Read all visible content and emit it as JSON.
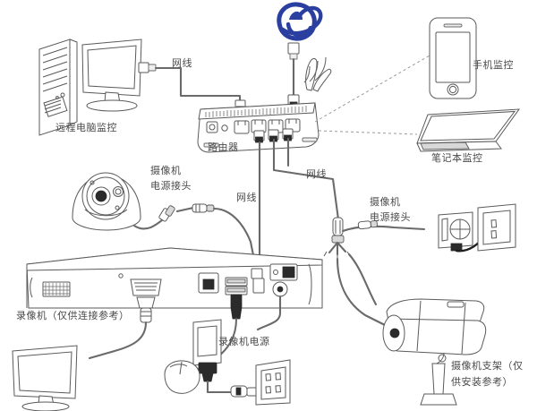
{
  "diagram": {
    "title": "网络监控系统连接示意图",
    "language": "zh-CN",
    "accent_color": "#2b3fa0",
    "line_color": "#5a5a5a",
    "text_color": "#4a4a4a",
    "background": "#ffffff"
  },
  "labels": {
    "remote_pc": "远程电脑监控",
    "network_cable_1": "网线",
    "network_cable_2": "网线",
    "network_cable_3": "网线",
    "router": "路由器",
    "phone_monitor": "手机监控",
    "laptop_monitor": "笔记本监控",
    "camera_power_left_line1": "摄像机",
    "camera_power_left_line2": "电源接头",
    "camera_power_right_line1": "摄像机",
    "camera_power_right_line2": "电源接头",
    "dvr": "录像机（仅供连接参考）",
    "dvr_power": "录像机电源",
    "camera_bracket_line1": "摄像机支架（仅",
    "camera_bracket_line2": "供安装参考）"
  },
  "devices": [
    {
      "id": "pc-tower",
      "name": "电脑主机",
      "type": "desktop-tower"
    },
    {
      "id": "monitor-top",
      "name": "显示器",
      "type": "lcd-monitor"
    },
    {
      "id": "ie-logo",
      "name": "Internet Explorer",
      "type": "browser-icon",
      "color": "#2b3fa0"
    },
    {
      "id": "router",
      "name": "路由器",
      "type": "wireless-router",
      "lan_ports": 5,
      "antennas": 2
    },
    {
      "id": "smartphone",
      "name": "手机",
      "type": "smartphone"
    },
    {
      "id": "laptop",
      "name": "笔记本电脑",
      "type": "laptop"
    },
    {
      "id": "dome-camera",
      "name": "半球摄像机",
      "type": "dome-camera"
    },
    {
      "id": "bullet-camera",
      "name": "枪式摄像机",
      "type": "bullet-camera"
    },
    {
      "id": "dvr",
      "name": "录像机",
      "type": "dvr-nvr"
    },
    {
      "id": "monitor-bottom",
      "name": "显示器",
      "type": "lcd-monitor"
    },
    {
      "id": "mouse",
      "name": "鼠标",
      "type": "usb-mouse"
    },
    {
      "id": "dvr-psu",
      "name": "录像机电源",
      "type": "power-adapter"
    },
    {
      "id": "camera-psu",
      "name": "摄像机电源",
      "type": "power-adapter"
    },
    {
      "id": "wall-outlet-left",
      "name": "墙壁插座",
      "type": "ac-outlet"
    },
    {
      "id": "wall-outlet-right",
      "name": "墙壁插座",
      "type": "ac-outlet"
    }
  ],
  "connections": [
    {
      "from": "monitor-top",
      "to": "router",
      "medium": "网线"
    },
    {
      "from": "router",
      "to": "dvr",
      "medium": "网线"
    },
    {
      "from": "router",
      "to": "camera-psu",
      "medium": "网线"
    },
    {
      "from": "router",
      "to": "smartphone",
      "medium": "无线"
    },
    {
      "from": "router",
      "to": "laptop",
      "medium": "无线"
    },
    {
      "from": "dome-camera",
      "to": "dvr",
      "medium": "视频线"
    },
    {
      "from": "bullet-camera",
      "to": "camera-psu",
      "medium": "电源线"
    },
    {
      "from": "dvr",
      "to": "dvr-psu",
      "medium": "电源线"
    },
    {
      "from": "dvr-psu",
      "to": "wall-outlet-left",
      "medium": "电源线"
    },
    {
      "from": "camera-psu",
      "to": "wall-outlet-right",
      "medium": "电源线"
    },
    {
      "from": "dvr",
      "to": "monitor-bottom",
      "medium": "VGA"
    },
    {
      "from": "dvr",
      "to": "mouse",
      "medium": "USB"
    }
  ]
}
